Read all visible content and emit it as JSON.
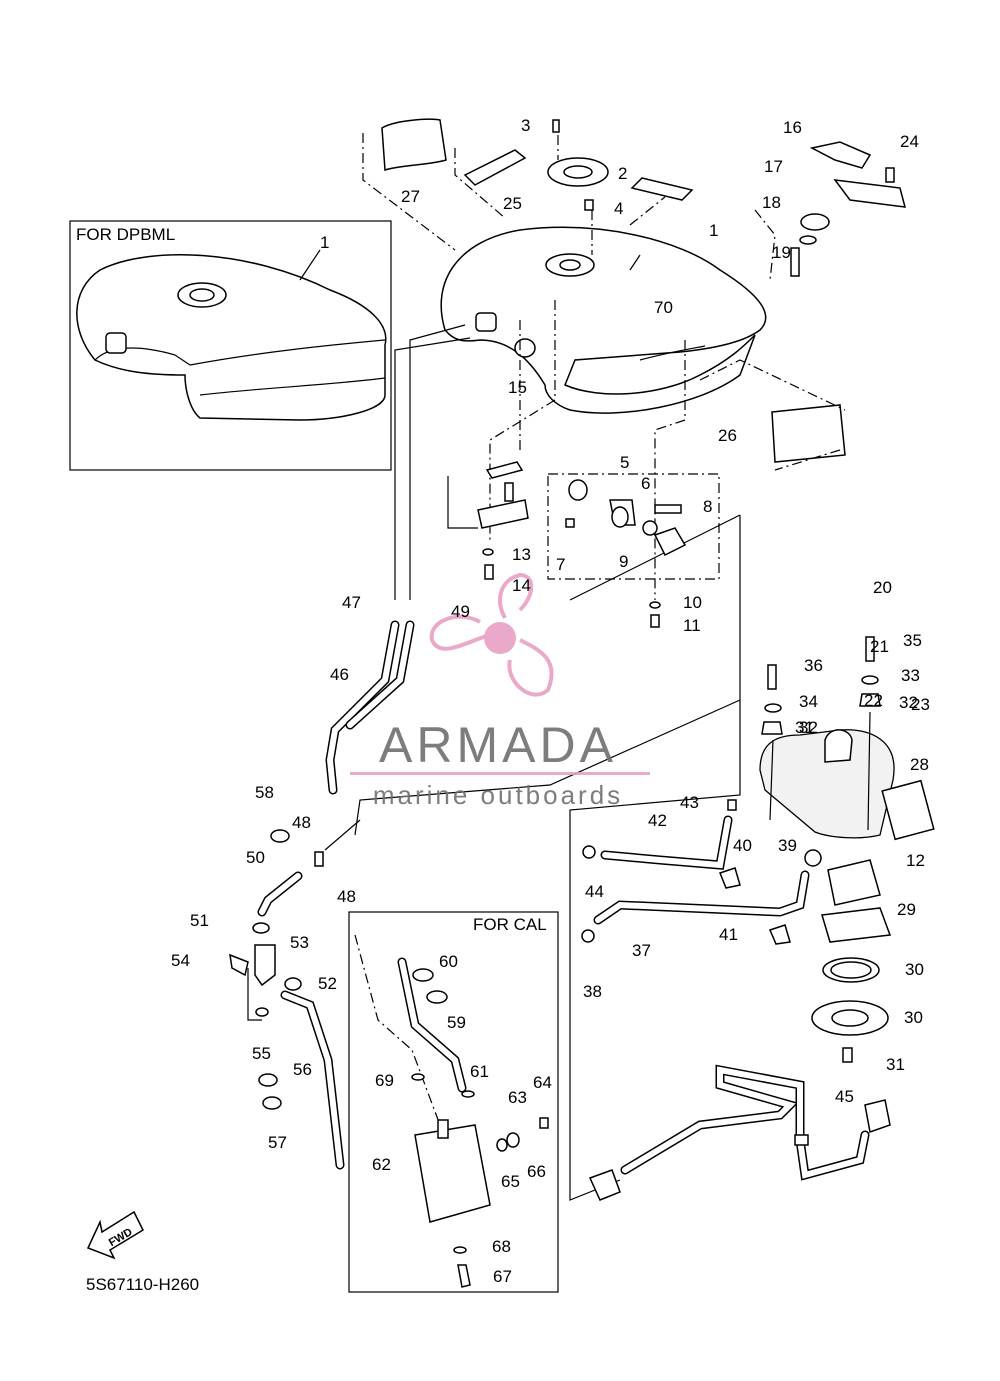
{
  "diagram_code": "5S67110-H260",
  "inset_titles": {
    "dpbml": "FOR DPBML",
    "cal": "FOR CAL"
  },
  "fwd_label": "FWD",
  "watermark": {
    "brand": "ARMADA",
    "tagline": "marine outboards",
    "logo_color": "#e8a0c4"
  },
  "part_labels": [
    "1",
    "1",
    "2",
    "3",
    "4",
    "5",
    "6",
    "7",
    "8",
    "9",
    "10",
    "11",
    "12",
    "13",
    "14",
    "15",
    "16",
    "17",
    "18",
    "19",
    "20",
    "21",
    "22",
    "23",
    "24",
    "25",
    "26",
    "27",
    "28",
    "29",
    "30",
    "30",
    "31",
    "31",
    "32",
    "32",
    "33",
    "34",
    "35",
    "36",
    "37",
    "38",
    "39",
    "40",
    "41",
    "42",
    "43",
    "44",
    "45",
    "46",
    "47",
    "48",
    "48",
    "49",
    "50",
    "51",
    "52",
    "53",
    "54",
    "55",
    "56",
    "57",
    "58",
    "59",
    "60",
    "61",
    "62",
    "63",
    "64",
    "65",
    "66",
    "67",
    "68",
    "69",
    "70"
  ]
}
